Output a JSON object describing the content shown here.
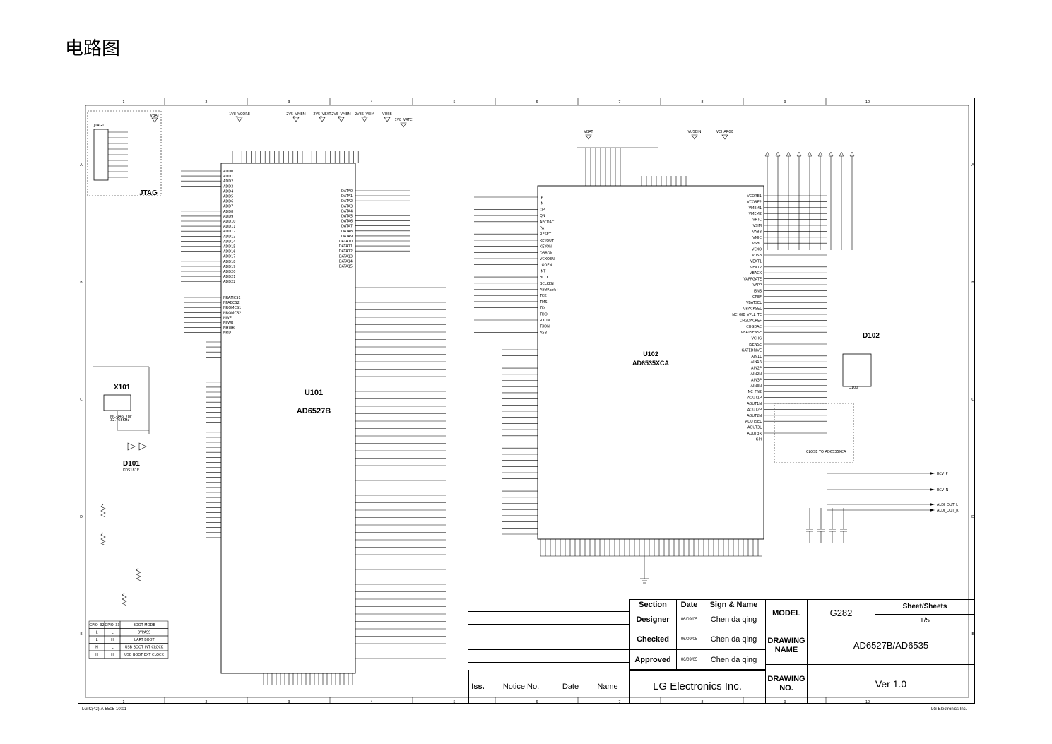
{
  "page_title": "电路图",
  "sheet": {
    "col_numbers": [
      "1",
      "2",
      "3",
      "4",
      "5",
      "6",
      "7",
      "8",
      "9",
      "10"
    ],
    "row_letters": [
      "A",
      "B",
      "C",
      "D",
      "E"
    ],
    "footer_left": "LGIC(42)-A-5505-10:01",
    "footer_right": "LG Electronics Inc."
  },
  "components": {
    "u101": {
      "ref": "U101",
      "part": "AD6527B"
    },
    "u102": {
      "ref": "U102",
      "part": "AD6535XCA"
    },
    "jtag": {
      "label": "JTAG",
      "header": "JTAG1"
    },
    "x101": {
      "ref": "X101",
      "spec1": "MC-146_7pF",
      "spec2": "32.768KHz"
    },
    "d101": {
      "ref": "D101",
      "part": "KDS181E"
    },
    "d102": {
      "ref": "D102"
    },
    "q100": {
      "ref": "Q100"
    }
  },
  "power_nets": [
    "VBAT",
    "1V8_VCORE",
    "2V5_VMEM",
    "2V5_VEXT",
    "2V5_VMEM",
    "2V85_VSIM",
    "VUSB",
    "1V8_VRTC",
    "VBAT",
    "VUSBIN",
    "VCHARGE",
    "VCHARGE"
  ],
  "u101_left_pins": [
    "ADD0",
    "ADD1",
    "ADD2",
    "ADD3",
    "ADD4",
    "ADD5",
    "ADD6",
    "ADD7",
    "ADD8",
    "ADD9",
    "ADD10",
    "ADD11",
    "ADD12",
    "ADD13",
    "ADD14",
    "ADD15",
    "ADD16",
    "ADD17",
    "ADD18",
    "ADD19",
    "ADD20",
    "ADD21",
    "ADD22"
  ],
  "u101_left_pins2": [
    "NRAMCS1",
    "NFABCS2",
    "NROMCS1",
    "NROMCS2",
    "NWE",
    "NLWR",
    "NHWR",
    "NRD"
  ],
  "u101_right_pins": [
    "DATA0",
    "DATA1",
    "DATA2",
    "DATA3",
    "DATA4",
    "DATA5",
    "DATA6",
    "DATA7",
    "DATA8",
    "DATA9",
    "DATA10",
    "DATA11",
    "DATA12",
    "DATA13",
    "DATA14",
    "DATA15"
  ],
  "u102_left_pins": [
    "IP",
    "IN",
    "QP",
    "QN",
    "AFCDAC",
    "PA",
    "RESET",
    "KEYOUT",
    "KEYON",
    "DBBON",
    "VCXOEN",
    "LODEN",
    "INT",
    "BCLK",
    "BCLKEN",
    "ABBRESET",
    "TCK",
    "TMS",
    "TDI",
    "TDO",
    "RXON",
    "TXON",
    "ASB"
  ],
  "u102_right_pins": [
    "VCORE1",
    "VCORE2",
    "VMEM1",
    "VMEM2",
    "VRTC",
    "VSIM",
    "VABB",
    "VMIC",
    "VSBC",
    "VCXO",
    "VUSB",
    "VEXT1",
    "VEXT2",
    "VBACK",
    "VAPPGATE",
    "VAPP",
    "ISNS",
    "CREF",
    "VBATSEL",
    "VBACKSEL",
    "NC_GIB_VPLL_TE",
    "CHGDACREF",
    "CHGDAC",
    "VBATSENSE",
    "VCHG",
    "ISENSE",
    "GATEDRIVE",
    "AIN1L",
    "AIN1R",
    "AIN2P",
    "AIN2N",
    "AIN3P",
    "AIN3N",
    "NC_FN2",
    "AOUT1P",
    "AOUT1N",
    "AOUT2P",
    "AOUT2N",
    "AOUTSEL",
    "AOUT3L",
    "AOUT3R",
    "GPI"
  ],
  "outputs": [
    "RCV_P",
    "RCV_N",
    "ALDI_OUT_L",
    "ALDI_OUT_R"
  ],
  "notes": {
    "close_to": "CLOSE TO AD6535XCA"
  },
  "boot_table": {
    "headers": [
      "GPIO_32",
      "GPIO_33",
      "BOOT MODE"
    ],
    "rows": [
      [
        "L",
        "L",
        "BYPASS"
      ],
      [
        "L",
        "H",
        "UART BOOT"
      ],
      [
        "H",
        "L",
        "USB BOOT INT CLOCK"
      ],
      [
        "H",
        "H",
        "USB BOOT EXT CLOCK"
      ]
    ]
  },
  "title_block": {
    "section_header": "Section",
    "date_header": "Date",
    "sign_header": "Sign & Name",
    "rows": [
      {
        "section": "Designer",
        "date": "06/09/05",
        "name": "Chen da qing"
      },
      {
        "section": "Checked",
        "date": "06/09/05",
        "name": "Chen da qing"
      },
      {
        "section": "Approved",
        "date": "06/09/05",
        "name": "Chen da qing"
      }
    ],
    "model_label": "MODEL",
    "model_value": "G282",
    "sheets_label": "Sheet/Sheets",
    "sheets_value": "1/5",
    "drawing_name_label": "DRAWING NAME",
    "drawing_name_value": "AD6527B/AD6535",
    "drawing_no_label": "DRAWING NO.",
    "drawing_no_value": "Ver 1.0",
    "company": "LG Electronics Inc.",
    "rev_headers": [
      "Iss.",
      "Notice No.",
      "Date",
      "Name"
    ]
  }
}
